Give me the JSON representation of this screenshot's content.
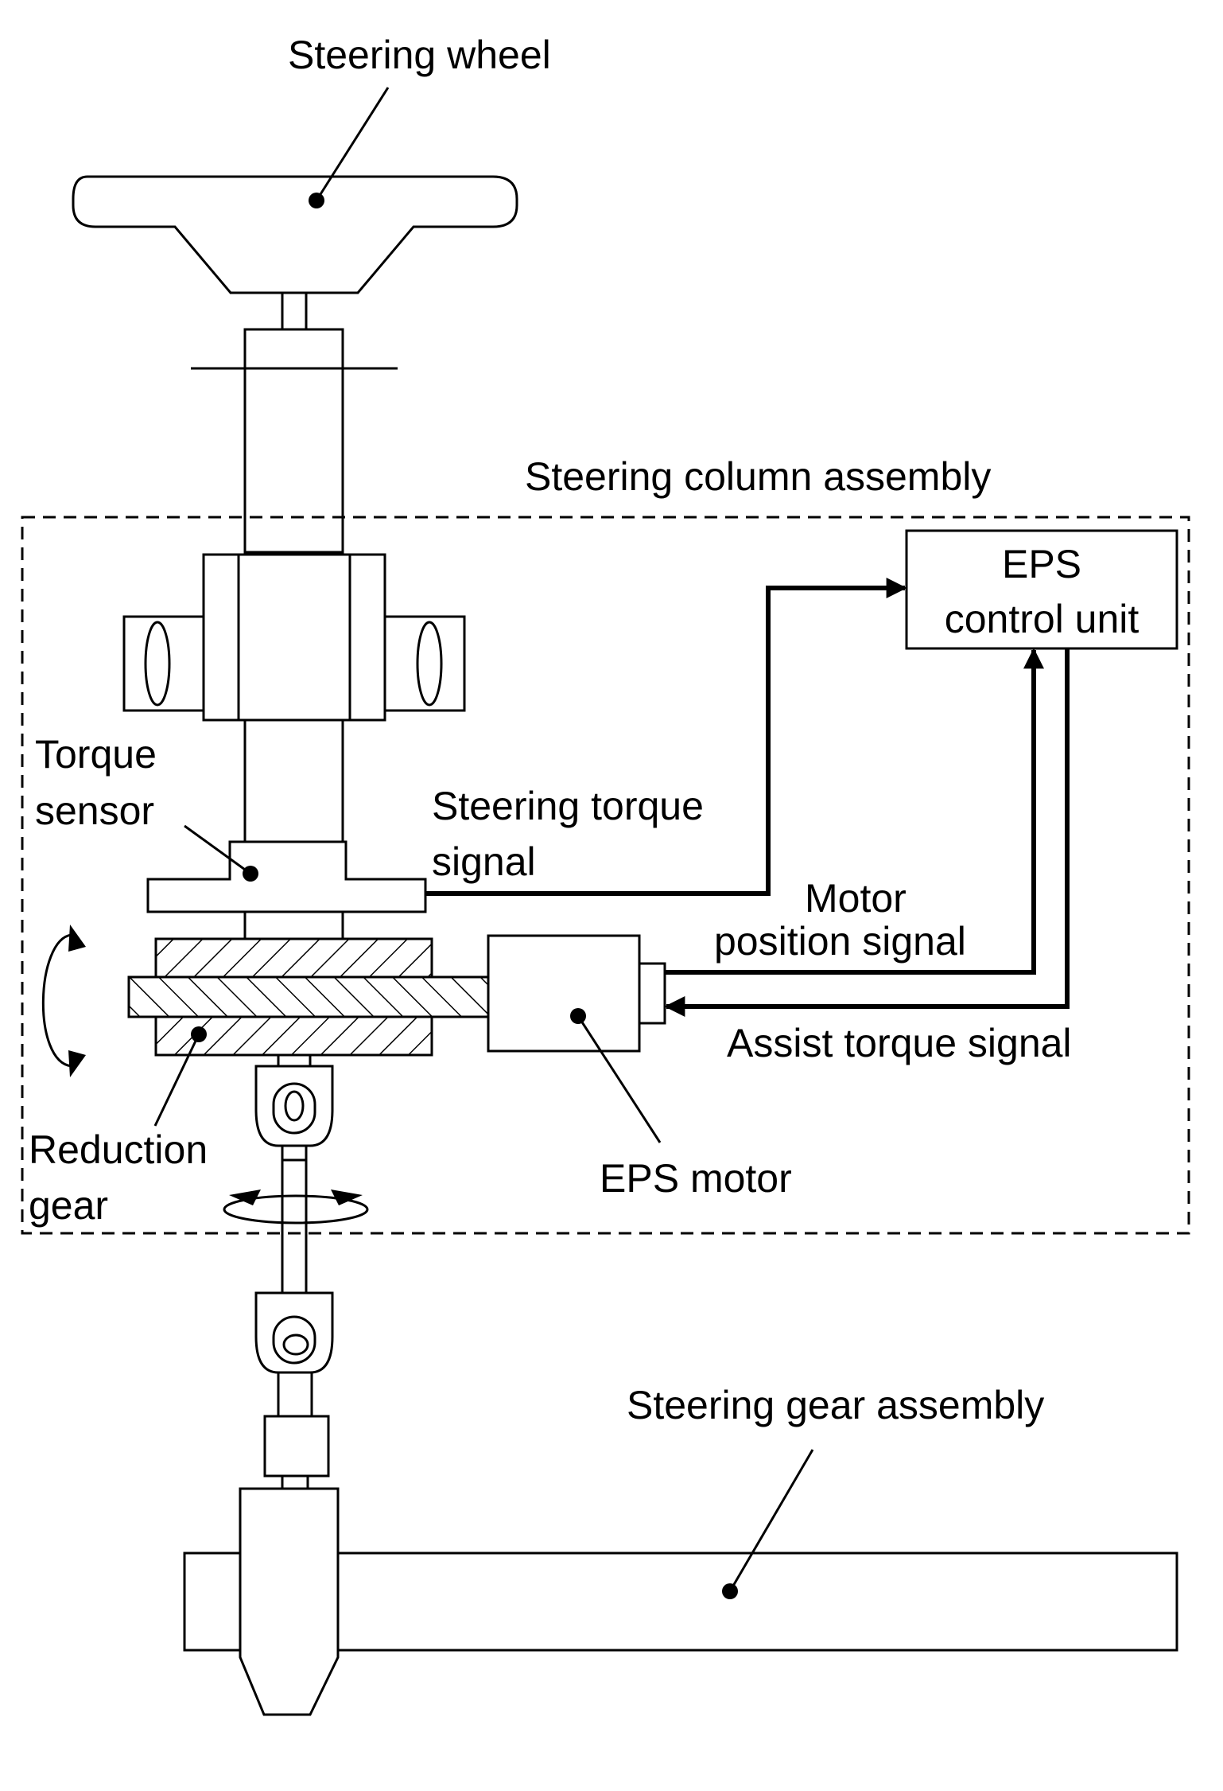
{
  "labels": {
    "steering_wheel": "Steering wheel",
    "steering_column_assembly": "Steering column assembly",
    "eps_control_unit_line1": "EPS",
    "eps_control_unit_line2": "control unit",
    "torque_sensor_line1": "Torque",
    "torque_sensor_line2": "sensor",
    "steering_torque_signal_line1": "Steering torque",
    "steering_torque_signal_line2": "signal",
    "motor_position_signal_line1": "Motor",
    "motor_position_signal_line2": "position signal",
    "assist_torque_signal": "Assist torque signal",
    "reduction_gear_line1": "Reduction",
    "reduction_gear_line2": "gear",
    "eps_motor": "EPS motor",
    "steering_gear_assembly": "Steering gear assembly"
  },
  "colors": {
    "line": "#000000",
    "background": "#ffffff"
  }
}
